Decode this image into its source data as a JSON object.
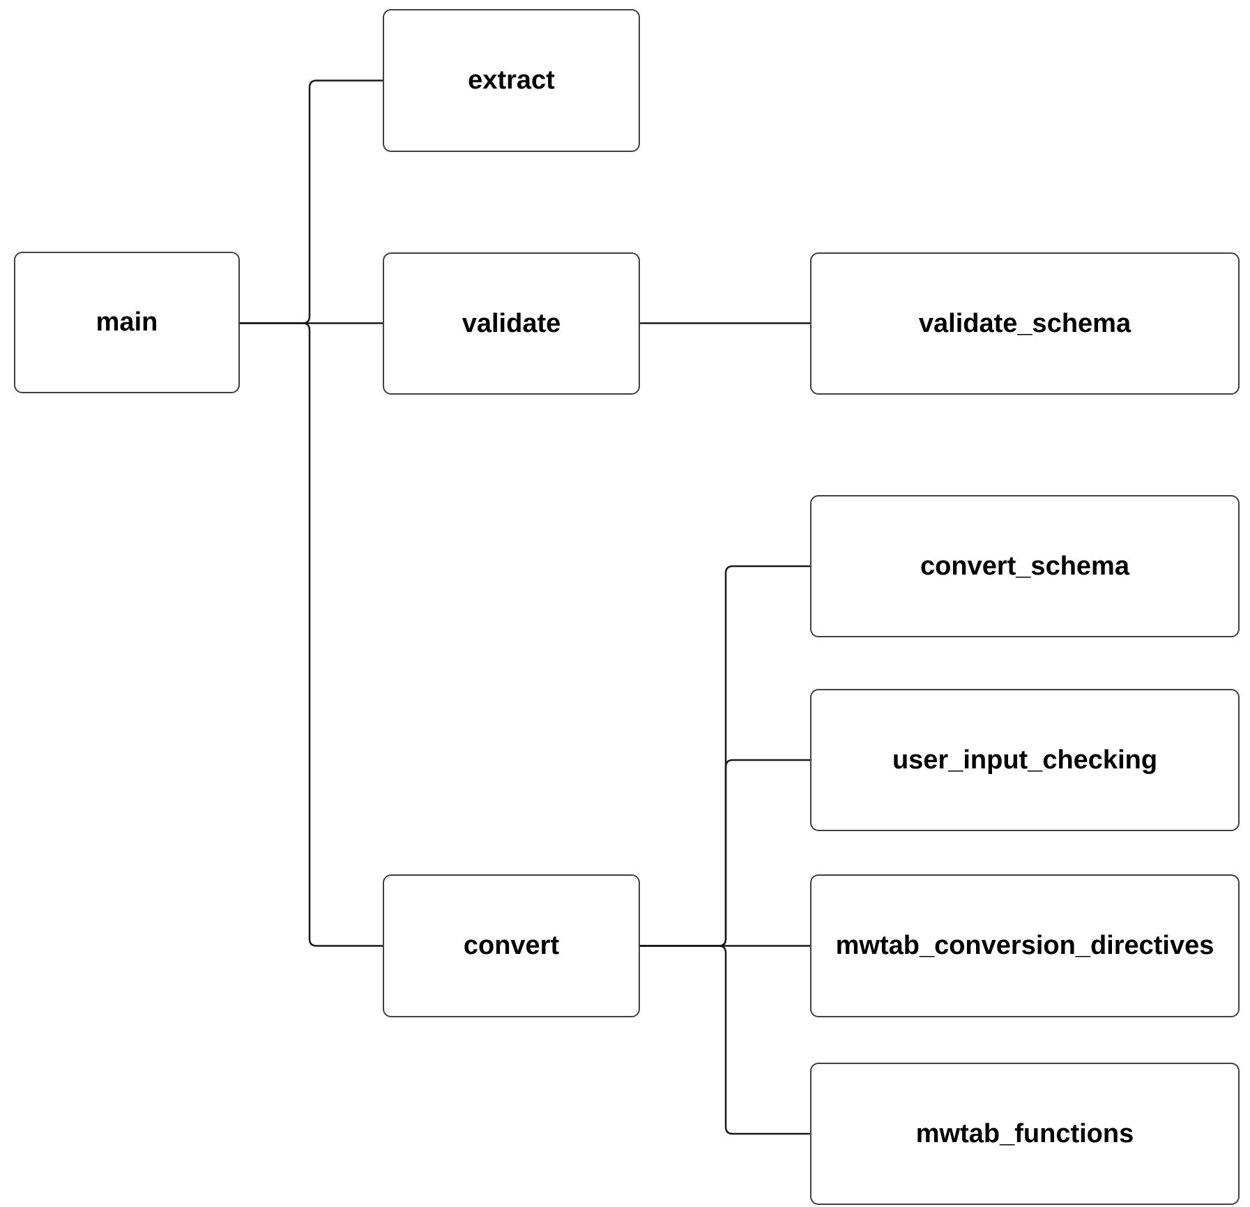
{
  "colors": {
    "background": "#ffffff",
    "node_fill": "#ffffff",
    "node_border": "#404040",
    "edge": "#1a1a1a",
    "text": "#000000"
  },
  "nodes": [
    {
      "id": "main",
      "label": "main"
    },
    {
      "id": "extract",
      "label": "extract"
    },
    {
      "id": "validate",
      "label": "validate"
    },
    {
      "id": "validate_schema",
      "label": "validate_schema"
    },
    {
      "id": "convert_schema",
      "label": "convert_schema"
    },
    {
      "id": "user_input_checking",
      "label": "user_input_checking"
    },
    {
      "id": "convert",
      "label": "convert"
    },
    {
      "id": "mwtab_conversion_directives",
      "label": "mwtab_conversion_directives"
    },
    {
      "id": "mwtab_functions",
      "label": "mwtab_functions"
    }
  ],
  "edges": [
    {
      "from": "main",
      "to": "extract"
    },
    {
      "from": "main",
      "to": "validate"
    },
    {
      "from": "main",
      "to": "convert"
    },
    {
      "from": "validate",
      "to": "validate_schema"
    },
    {
      "from": "convert",
      "to": "convert_schema"
    },
    {
      "from": "convert",
      "to": "user_input_checking"
    },
    {
      "from": "convert",
      "to": "mwtab_conversion_directives"
    },
    {
      "from": "convert",
      "to": "mwtab_functions"
    }
  ]
}
